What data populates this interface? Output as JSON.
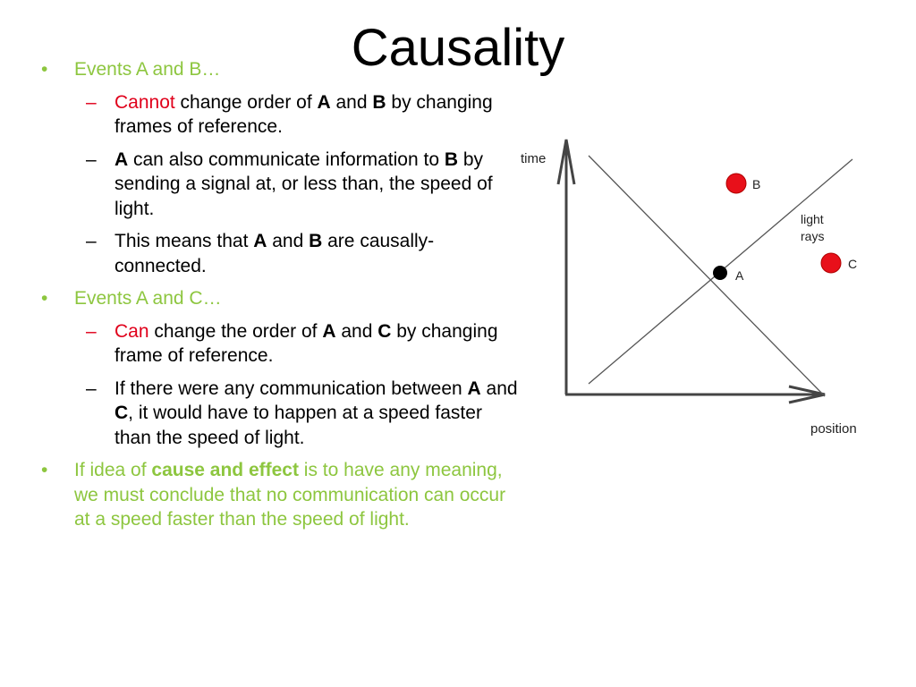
{
  "slide": {
    "title": "Causality"
  },
  "bullets": {
    "b1": {
      "text": "Events A and B…"
    },
    "s1": {
      "red": "Cannot",
      "t1": " change order of ",
      "A": "A",
      "t2": " and ",
      "B": "B",
      "t3": " by changing frames of reference."
    },
    "s2": {
      "A": "A",
      "t1": " can also communicate information to ",
      "B": "B",
      "t2": " by sending a signal at, or less than, the speed of light."
    },
    "s3": {
      "t1": "This means that ",
      "A": "A",
      "t2": " and ",
      "B": "B",
      "t3": " are causally-connected."
    },
    "b2": {
      "text": "Events A and C…"
    },
    "s4": {
      "red": "Can",
      "t1": " change the order of ",
      "A": "A",
      "t2": " and ",
      "C": "C",
      "t3": " by changing frame of reference."
    },
    "s5": {
      "t1": "If there were any communication between ",
      "A": "A",
      "t2": " and ",
      "C": "C",
      "t3": ", it would have to happen at a speed faster than the speed of light."
    },
    "b3": {
      "t1": "If idea of ",
      "bold": "cause and effect",
      "t2": " is to have any meaning, we must conclude that no communication can occur at a speed faster than the speed of light."
    }
  },
  "diagram": {
    "time_label": "time",
    "position_label": "position",
    "light_label_1": "light",
    "light_label_2": "rays",
    "point_a": "A",
    "point_b": "B",
    "point_c": "C",
    "colors": {
      "event_red": "#e8101a",
      "event_black": "#000000",
      "line": "#444444"
    }
  }
}
